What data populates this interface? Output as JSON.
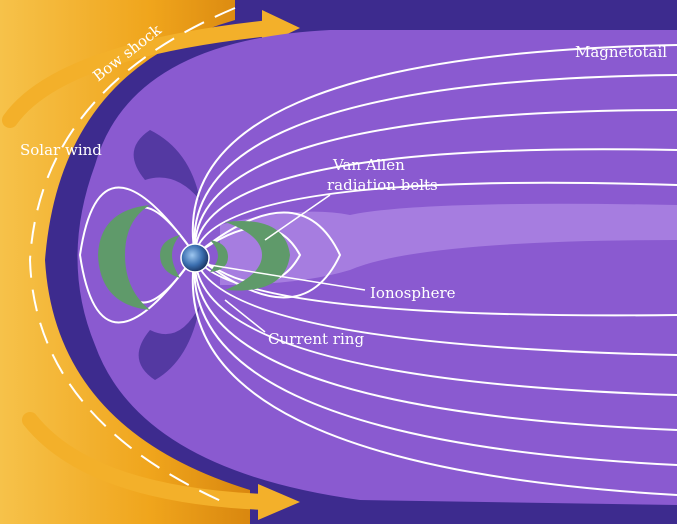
{
  "labels": {
    "bow_shock": "Bow shock",
    "solar_wind": "Solar wind",
    "magnetotail": "Magnetotail",
    "van_allen_line1": "Van Allen",
    "van_allen_line2": "radiation belts",
    "ionosphere": "Ionosphere",
    "current_ring": "Current ring"
  },
  "colors": {
    "background": "#3d2b8e",
    "magnetosphere": "#8a5ad0",
    "magnetosphere_light": "#a67de0",
    "solar_wind": "#f0a51c",
    "radiation_belts": "#5f9a6a",
    "field_lines": "#ffffff",
    "earth": "#3b6fb0"
  },
  "icons": {
    "earth": "earth-icon",
    "arrow": "arrow-icon"
  }
}
